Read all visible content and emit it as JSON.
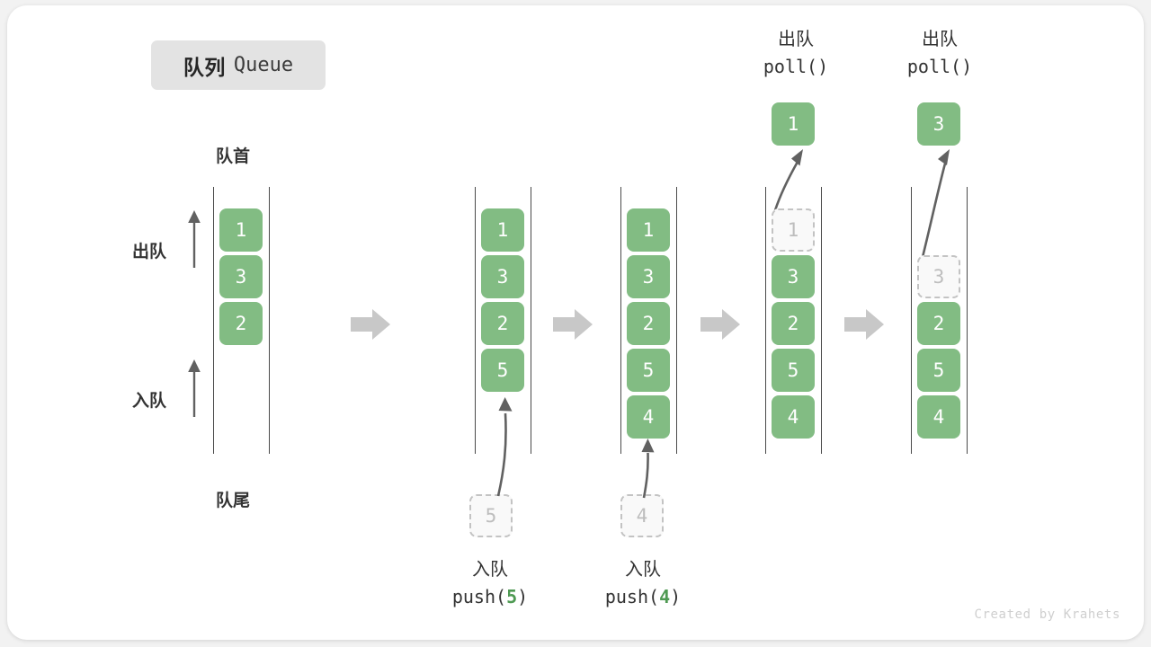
{
  "title": {
    "cn": "队列",
    "en": "Queue"
  },
  "structure_labels": {
    "head": "队首",
    "tail": "队尾",
    "dequeue_side": "出队",
    "enqueue_side": "入队"
  },
  "colors": {
    "element_green": "#82bc83",
    "ghost_gray": "#bdbdbd",
    "ghost_fill": "#f9f9f9",
    "rail": "#4a4a4a",
    "flow_arrow": "#c8c8c8",
    "motion_arrow": "#616161",
    "badge_bg": "#e3e3e3",
    "code_accent": "#4f9a53"
  },
  "stages": [
    {
      "id": "initial",
      "items": [
        "1",
        "3",
        "2"
      ],
      "ghost_index": null,
      "ghost_value": null,
      "incoming_value": null,
      "ejected_value": null,
      "caption_cn": null,
      "caption_code": null,
      "caption_arg": null
    },
    {
      "id": "push-5",
      "items": [
        "1",
        "3",
        "2",
        "5"
      ],
      "ghost_index": null,
      "ghost_value": null,
      "incoming_value": "5",
      "ejected_value": null,
      "caption_cn": "入队",
      "caption_code_prefix": "push(",
      "caption_arg": "5",
      "caption_code_suffix": ")"
    },
    {
      "id": "push-4",
      "items": [
        "1",
        "3",
        "2",
        "5",
        "4"
      ],
      "ghost_index": null,
      "ghost_value": null,
      "incoming_value": "4",
      "ejected_value": null,
      "caption_cn": "入队",
      "caption_code_prefix": "push(",
      "caption_arg": "4",
      "caption_code_suffix": ")"
    },
    {
      "id": "poll-1",
      "items": [
        "1",
        "3",
        "2",
        "5",
        "4"
      ],
      "ghost_index": 0,
      "ghost_value": "1",
      "incoming_value": null,
      "ejected_value": "1",
      "top_label_cn": "出队",
      "top_label_code": "poll()"
    },
    {
      "id": "poll-3",
      "items": [
        "3",
        "2",
        "5",
        "4"
      ],
      "ghost_index": 0,
      "ghost_value": "3",
      "incoming_value": null,
      "ejected_value": "3",
      "top_label_cn": "出队",
      "top_label_code": "poll()"
    }
  ],
  "watermark": "Created by Krahets"
}
